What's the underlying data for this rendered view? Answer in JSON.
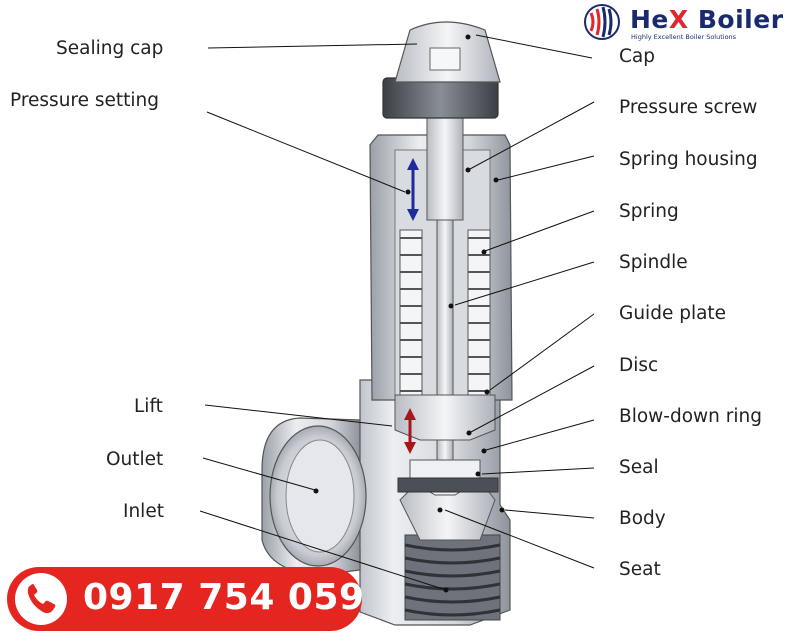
{
  "brand": {
    "name_part1": "He",
    "name_x": "X",
    "name_part2": " Boiler",
    "tagline": "Highly Excellent Boiler Solutions",
    "colors": {
      "navy": "#1a2b6d",
      "red": "#e3262d"
    }
  },
  "labels": {
    "left": [
      "Sealing cap",
      "Pressure setting",
      "Lift",
      "Outlet",
      "Inlet"
    ],
    "right": [
      "Cap",
      "Pressure screw",
      "Spring housing",
      "Spring",
      "Spindle",
      "Guide plate",
      "Disc",
      "Blow-down ring",
      "Seal",
      "Body",
      "Seat"
    ]
  },
  "contact": {
    "phone": "0917 754 059",
    "icon": "phone-icon",
    "color": "#e52620"
  }
}
